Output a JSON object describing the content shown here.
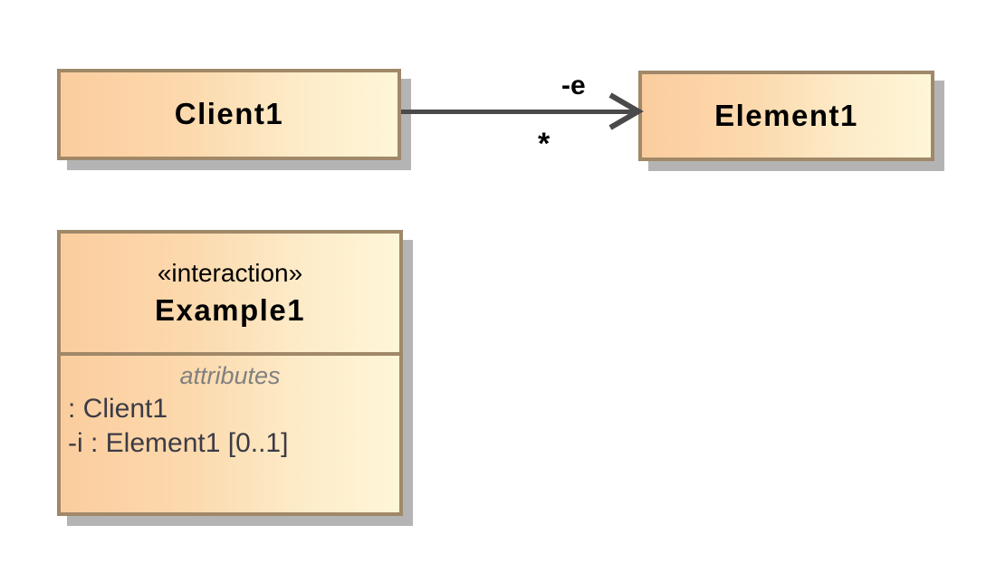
{
  "diagram": {
    "type": "uml-class-diagram",
    "background_color": "#ffffff",
    "palette": {
      "box_fill_start": "#fbcd9e",
      "box_fill_end": "#fef6d8",
      "box_border": "#a08868",
      "box_shadow": "#b4b4b4",
      "connector": "#4a4a4a",
      "attr_header_text": "#808080",
      "attr_text": "#3b3b45",
      "name_text": "#000000"
    }
  },
  "classes": {
    "client1": {
      "name": "Client1"
    },
    "element1": {
      "name": "Element1"
    },
    "example1": {
      "stereotype": "«interaction»",
      "name": "Example1",
      "attributes_header": "attributes",
      "attributes": [
        " : Client1",
        "-i : Element1 [0..1]"
      ]
    }
  },
  "association": {
    "source": "Client1",
    "target": "Element1",
    "end_name": "-e",
    "multiplicity": "*",
    "arrow_style": "open"
  }
}
